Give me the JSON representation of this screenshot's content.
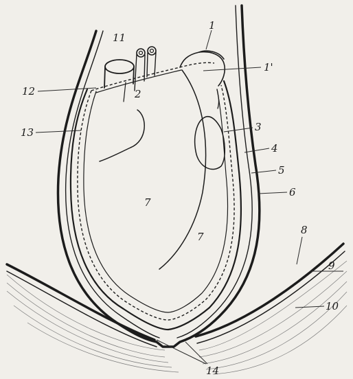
{
  "figure": {
    "labels": {
      "l1": "1",
      "l1p": "1'",
      "l2": "2",
      "l3": "3",
      "l4": "4",
      "l5": "5",
      "l6": "6",
      "l7a": "7",
      "l7b": "7",
      "l8": "8",
      "l9": "9",
      "l10": "10",
      "l11": "11",
      "l12": "12",
      "l13": "13",
      "l14": "14"
    },
    "colors": {
      "ink": "#1c1c1c",
      "paper": "#f1efea"
    }
  }
}
